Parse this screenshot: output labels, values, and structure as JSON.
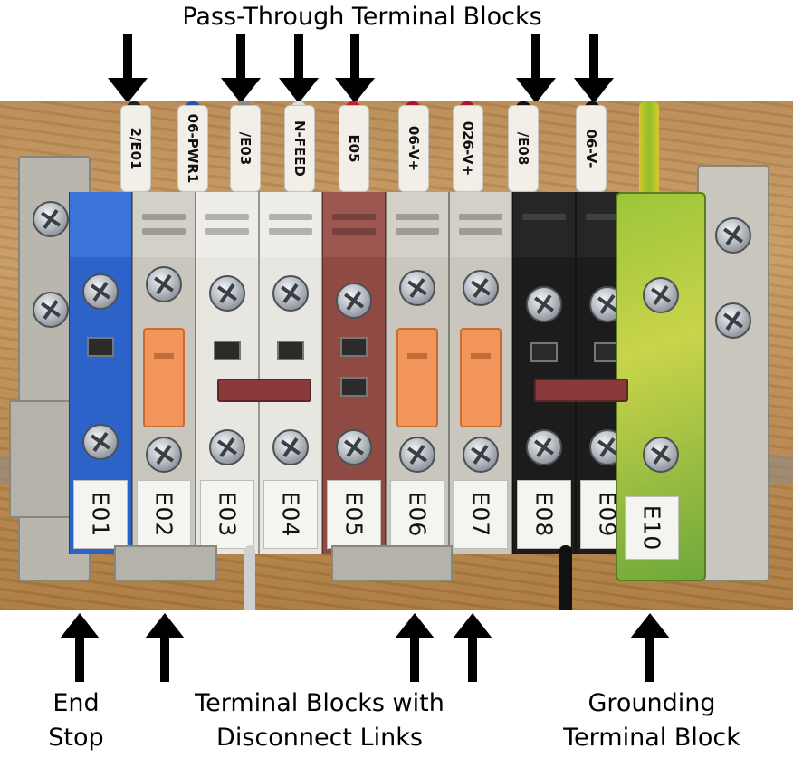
{
  "captions": {
    "top": "Pass-Through Terminal Blocks",
    "end_stop_line1": "End",
    "end_stop_line2": "Stop",
    "disconnect_line1": "Terminal Blocks with",
    "disconnect_line2": "Disconnect Links",
    "grounding_line1": "Grounding",
    "grounding_line2": "Terminal Block"
  },
  "wire_tags": [
    "2/E01",
    "06-PWR1",
    "/E03",
    "N-FEED",
    "E05",
    "06-V+",
    "026-V+",
    "/E08",
    "06-V-"
  ],
  "terminal_labels": [
    "E01",
    "E02",
    "E03",
    "E04",
    "E05",
    "E06",
    "E07",
    "E08",
    "E09",
    "E10"
  ],
  "colors": {
    "blue_block": "#2d63c8",
    "grey_block": "#c9c6bd",
    "light_block": "#e7e6e1",
    "red_block": "#8f4a44",
    "black_block": "#1c1c1c",
    "ground_block": "#9cc53a",
    "disconnect_link": "#f1955a",
    "wood": "#c79b64"
  }
}
